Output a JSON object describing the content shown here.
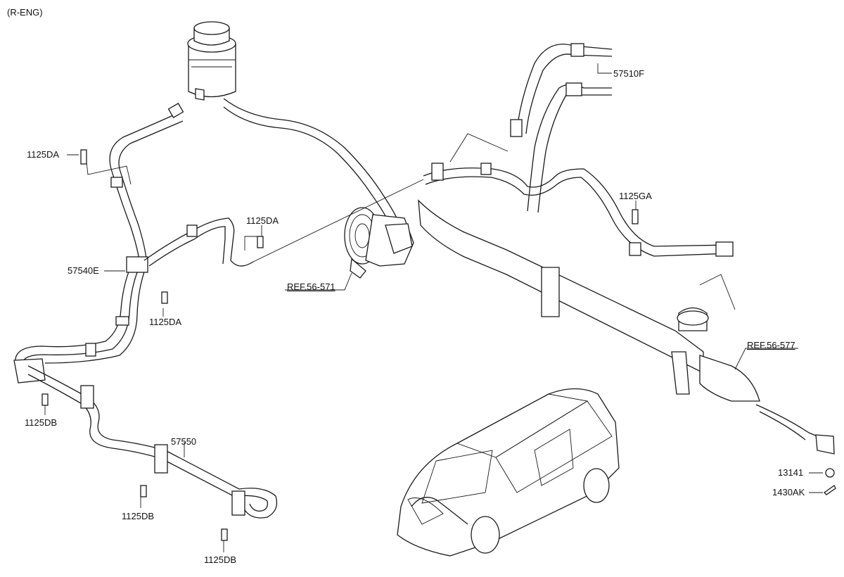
{
  "header": {
    "engine_variant": "(R-ENG)"
  },
  "callouts": {
    "c_57510F": "57510F",
    "c_1125GA": "1125GA",
    "c_1125DA_upper_left": "1125DA",
    "c_1125DA_center": "1125DA",
    "c_57540E": "57540E",
    "c_1125DA_lower": "1125DA",
    "c_1125DB_left": "1125DB",
    "c_57550": "57550",
    "c_1125DB_mid": "1125DB",
    "c_1125DB_bottom": "1125DB",
    "c_13141": "13141",
    "c_1430AK": "1430AK"
  },
  "references": {
    "ref_pump": "REF.56-571",
    "ref_gear": "REF.56-577"
  }
}
